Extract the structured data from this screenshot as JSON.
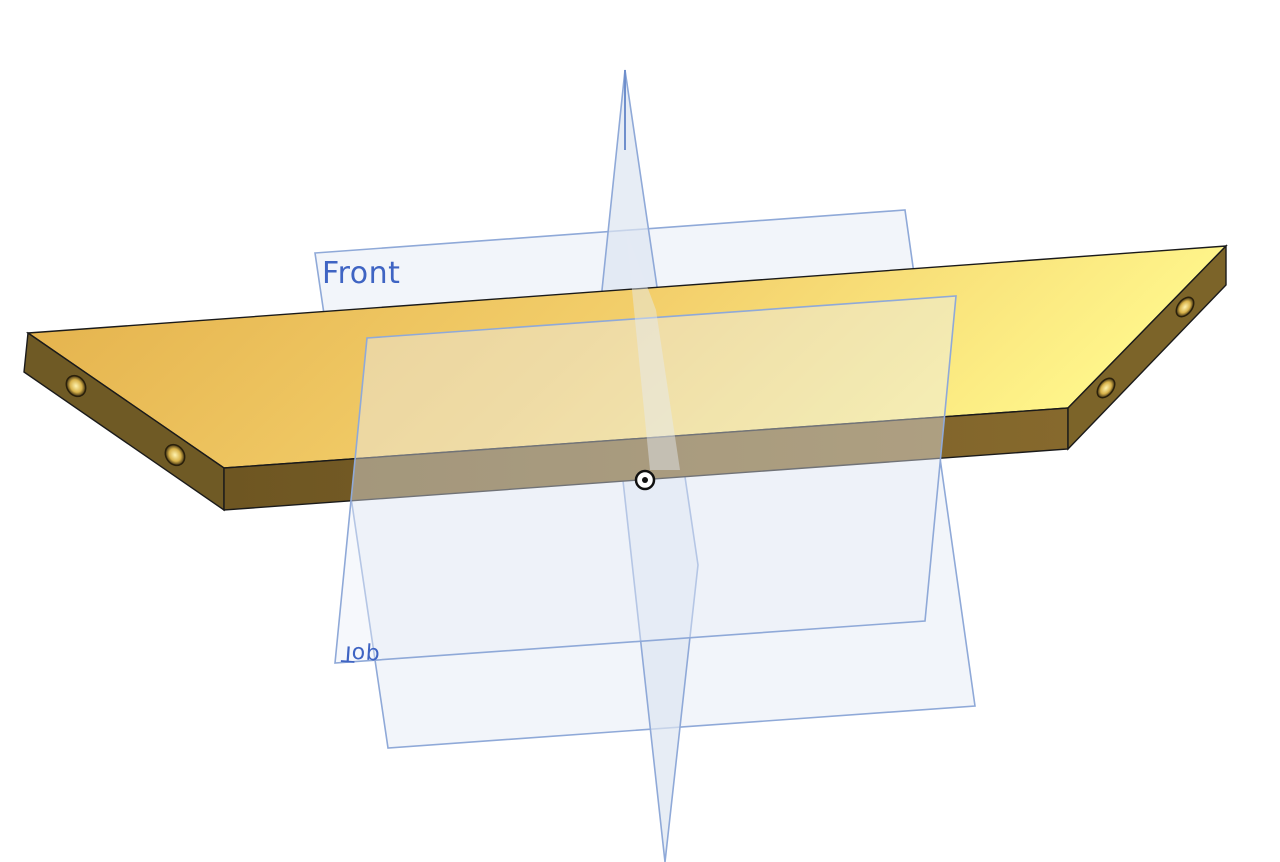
{
  "viewport": {
    "background": "#ffffff"
  },
  "planes": {
    "front_label": "Front",
    "top_label": "Top",
    "right_label": "",
    "stroke_color": "#8aa6d8",
    "fill_color": "#e8eef7"
  },
  "part": {
    "top_face_color_start": "#e7b54d",
    "top_face_color_end": "#fff68a",
    "side_face_color": "#7a6230",
    "edge_color": "#1a1a1a",
    "hole_count": 4
  },
  "origin": {
    "icon": "origin-point-icon"
  }
}
